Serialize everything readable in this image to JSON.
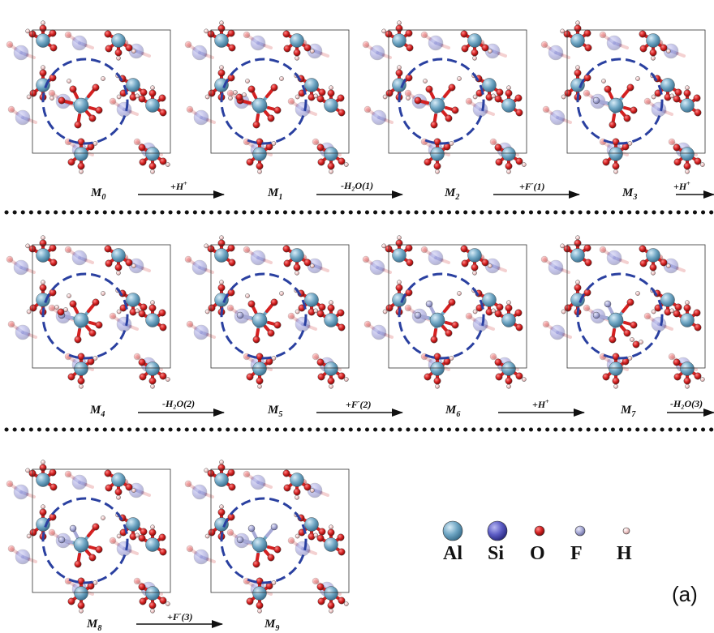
{
  "structures": [
    {
      "label": "M",
      "sub": "0"
    },
    {
      "label": "M",
      "sub": "1"
    },
    {
      "label": "M",
      "sub": "2"
    },
    {
      "label": "M",
      "sub": "3"
    },
    {
      "label": "M",
      "sub": "4"
    },
    {
      "label": "M",
      "sub": "5"
    },
    {
      "label": "M",
      "sub": "6"
    },
    {
      "label": "M",
      "sub": "7"
    },
    {
      "label": "M",
      "sub": "8"
    },
    {
      "label": "M",
      "sub": "9"
    }
  ],
  "steps": [
    {
      "text": "+H",
      "sup": "+"
    },
    {
      "text": "-H₂O(1)",
      "sup": ""
    },
    {
      "text": "+F",
      "sup": "-",
      "suffix": "(1)"
    },
    {
      "text": "+H",
      "sup": "+"
    },
    {
      "text": "-H₂O(2)",
      "sup": ""
    },
    {
      "text": "+F",
      "sup": "-",
      "suffix": "(2)"
    },
    {
      "text": "+H",
      "sup": "+"
    },
    {
      "text": "-H₂O(3)",
      "sup": ""
    },
    {
      "text": "+F",
      "sup": "-",
      "suffix": "(3)"
    }
  ],
  "legend": [
    {
      "name": "Al",
      "color": "#6fa6c4"
    },
    {
      "name": "Si",
      "color": "#5c5cc4"
    },
    {
      "name": "O",
      "color": "#d42020"
    },
    {
      "name": "F",
      "color": "#a7a9d6"
    },
    {
      "name": "H",
      "color": "#f1caca"
    }
  ],
  "panel_tag": "(a)",
  "colors": {
    "al": "#6fa6c4",
    "si": "#5c5cc4",
    "o": "#d42020",
    "f": "#a7a9d6",
    "h": "#f1caca",
    "circle": "#2a40a0"
  }
}
